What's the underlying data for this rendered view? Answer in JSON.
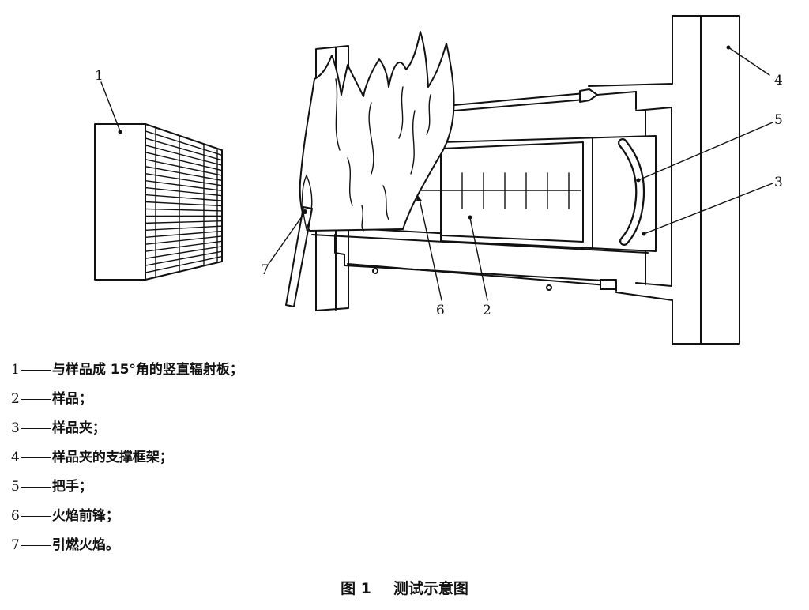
{
  "figure": {
    "label": "图 1",
    "title": "测试示意图"
  },
  "callouts": [
    "1",
    "2",
    "3",
    "4",
    "5",
    "6",
    "7"
  ],
  "legend": [
    {
      "key": "1",
      "text": "与样品成 15°角的竖直辐射板；"
    },
    {
      "key": "2",
      "text": "样品；"
    },
    {
      "key": "3",
      "text": "样品夹；"
    },
    {
      "key": "4",
      "text": "样品夹的支撑框架；"
    },
    {
      "key": "5",
      "text": "把手；"
    },
    {
      "key": "6",
      "text": "火焰前锋；"
    },
    {
      "key": "7",
      "text": "引燃火焰。"
    }
  ]
}
